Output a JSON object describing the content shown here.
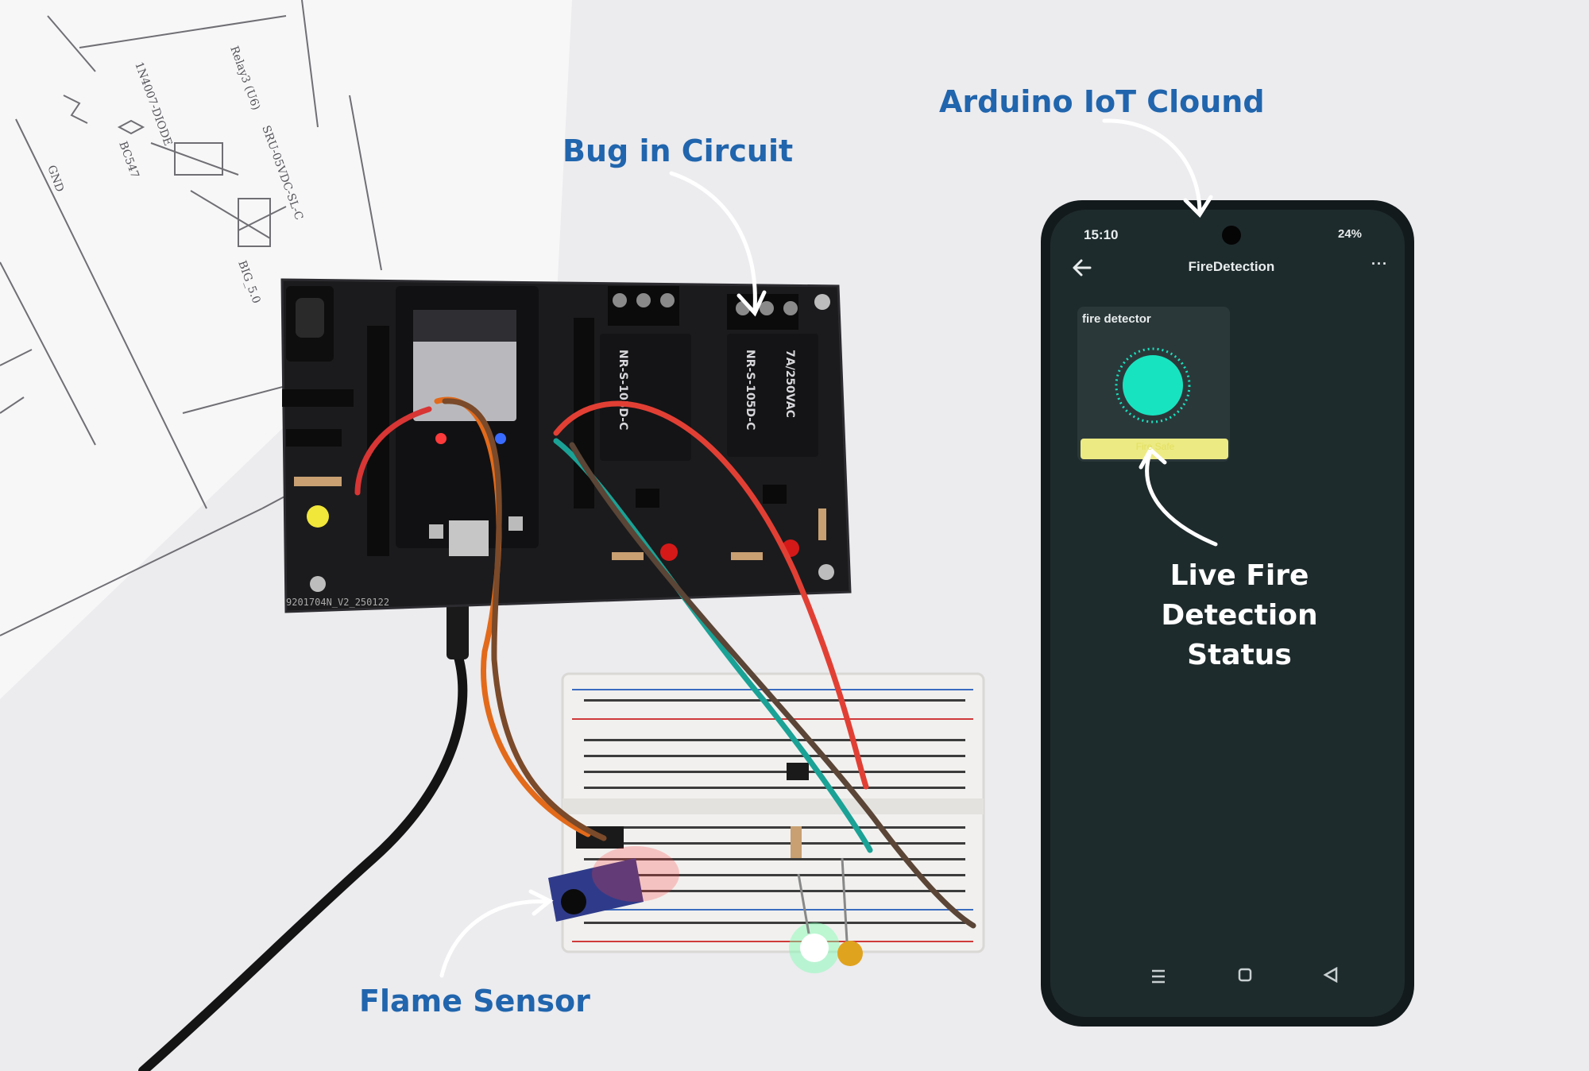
{
  "callouts": {
    "bug_in_circuit": "Bug in Circuit",
    "arduino_cloud": "Arduino IoT Clound",
    "flame_sensor": "Flame Sensor",
    "live_status_line1": "Live  Fire Detection",
    "live_status_line2": "Status"
  },
  "phone": {
    "status_time": "15:10",
    "status_battery": "24%",
    "app_title": "FireDetection",
    "more_menu": "···",
    "widget_title": "fire detector",
    "widget_status": "Fire Safe"
  },
  "colors": {
    "callout_blue": "#2065ad",
    "phone_bg": "#1e2b2d",
    "indicator_teal": "#18e3c0",
    "status_bar_yellow": "#ecea83",
    "pcb_black": "#1b1b1d"
  },
  "icons": {
    "back": "back-arrow-icon",
    "menu": "more-options-icon",
    "nav_recent": "menu-lines-icon",
    "nav_home": "home-square-icon",
    "nav_back": "back-triangle-icon"
  }
}
